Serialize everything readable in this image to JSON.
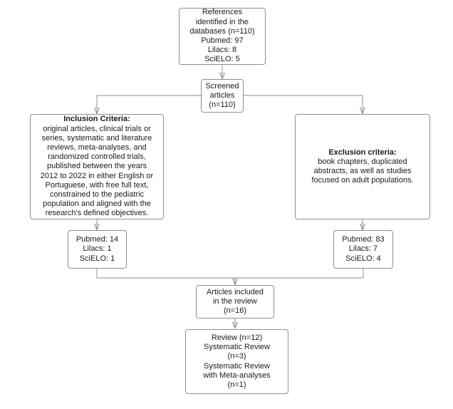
{
  "boxes": {
    "references": {
      "text": "References\nidentified in the\ndatabases (n=110)\nPubmed: 97\nLilacs: 8\nSciELO: 5"
    },
    "screened": {
      "text": "Screened\narticles\n(n=110)"
    },
    "inclusion": {
      "title": "Inclusion Criteria:",
      "body": "original articles, clinical trials or\nseries, systematic and literature\nreviews, meta-analyses, and\nrandomized controlled trials,\npublished between the years\n2012 to 2022 in either English or\nPortuguese, with free full text,\nconstrained to the pediatric\npopulation and aligned with the\nresearch's defined objectives."
    },
    "exclusion": {
      "title": "Exclusion criteria:",
      "body": "book chapters, duplicated\nabstracts, as well as studies\nfocused on adult populations."
    },
    "inclusion_counts": {
      "text": "Pubmed: 14\nLilacs: 1\nSciELO: 1"
    },
    "exclusion_counts": {
      "text": "Pubmed: 83\nLilacs: 7\nSciELO: 4"
    },
    "articles_included": {
      "text": "Articles included\nin the review\n(n=16)"
    },
    "study_types": {
      "text": "Review (n=12)\nSystematic Review\n(n=3)\nSystematic Review\nwith Meta-analyses\n(n=1)"
    }
  },
  "colors": {
    "background": "#ffffff",
    "box_border": "#8f8f8f",
    "connector": "#8c8c8c",
    "arrowhead": "#111111",
    "text": "#1a1a1a"
  }
}
